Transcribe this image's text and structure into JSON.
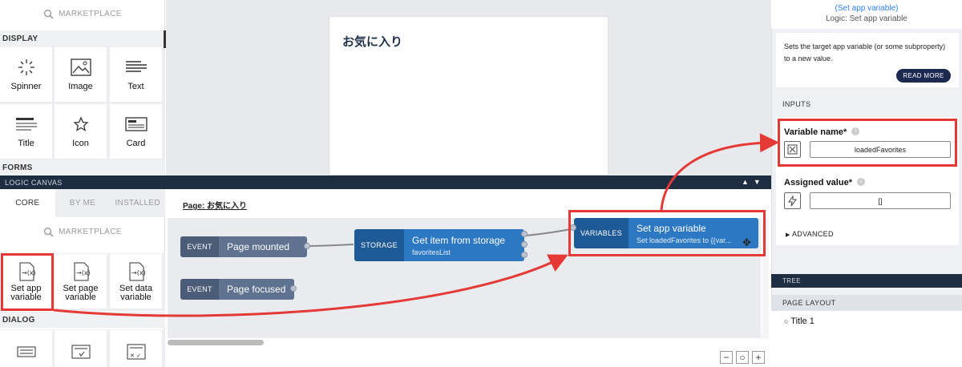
{
  "palette": {
    "marketplace_label": "MARKETPLACE",
    "display_section": "DISPLAY",
    "display_items": [
      {
        "label": "Spinner",
        "icon": "spinner-icon"
      },
      {
        "label": "Image",
        "icon": "image-icon"
      },
      {
        "label": "Text",
        "icon": "text-icon"
      },
      {
        "label": "Title",
        "icon": "title-icon"
      },
      {
        "label": "Icon",
        "icon": "star-icon"
      },
      {
        "label": "Card",
        "icon": "card-icon"
      }
    ],
    "forms_section": "FORMS"
  },
  "logic_canvas": {
    "bar_label": "LOGIC CANVAS",
    "tabs": [
      "CORE",
      "BY ME",
      "INSTALLED"
    ],
    "marketplace_label": "MARKETPLACE",
    "core_items": [
      {
        "label": "Set app variable",
        "icon": "set-app-variable-icon"
      },
      {
        "label": "Set page variable",
        "icon": "set-page-variable-icon"
      },
      {
        "label": "Set data variable",
        "icon": "set-data-variable-icon"
      }
    ],
    "dialog_section": "DIALOG",
    "page_link": "Page: お気に入り",
    "nodes": {
      "event1": {
        "kind": "EVENT",
        "title": "Page mounted"
      },
      "event2": {
        "kind": "EVENT",
        "title": "Page focused"
      },
      "storage": {
        "kind": "STORAGE",
        "title": "Get item from storage",
        "subtitle": "favoritesList"
      },
      "variables": {
        "kind": "VARIABLES",
        "title": "Set app variable",
        "subtitle": "Set loadedFavorites to {{var..."
      }
    },
    "zoom": {
      "minus": "−",
      "reset": "○",
      "plus": "+"
    }
  },
  "preview": {
    "page_title": "お気に入り"
  },
  "properties": {
    "header_link": "(Set app variable)",
    "header_sub": "Logic: Set app variable",
    "description": "Sets the target app variable (or some subproperty) to a new value.",
    "read_more": "READ MORE",
    "inputs_label": "INPUTS",
    "variable_name_label": "Variable name*",
    "variable_name_value": "loadedFavorites",
    "assigned_value_label": "Assigned value*",
    "assigned_value_value": "[]",
    "advanced_label": "ADVANCED"
  },
  "tree": {
    "bar_label": "TREE",
    "page_layout_label": "PAGE LAYOUT",
    "items": [
      "Title 1"
    ]
  },
  "colors": {
    "highlight": "#e53935",
    "node_blue": "#2d78c2",
    "node_dark": "#4a5c77",
    "bar": "#1f2d42"
  }
}
